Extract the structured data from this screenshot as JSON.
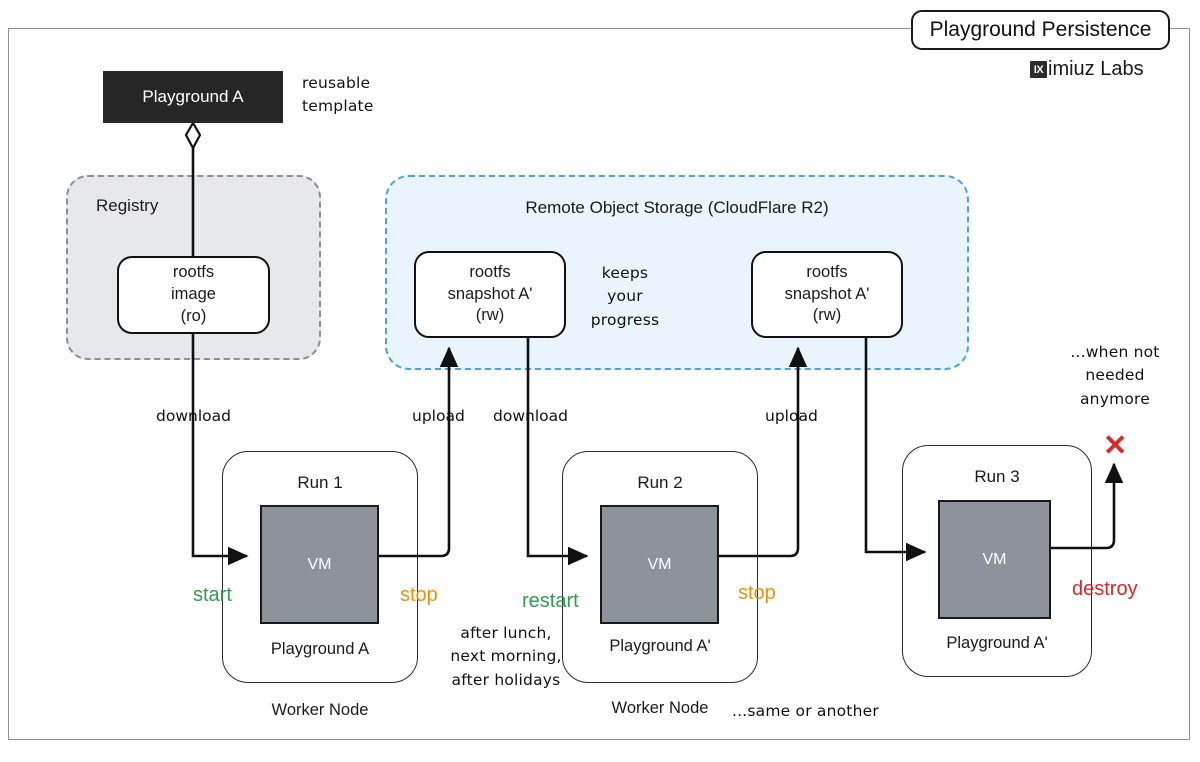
{
  "title": "Playground Persistence",
  "brand": {
    "mark": "IX",
    "name": "imiuz Labs"
  },
  "template": {
    "label": "Playground A",
    "note": "reusable\ntemplate"
  },
  "registry": {
    "label": "Registry",
    "artifact": {
      "line1": "rootfs",
      "line2": "image",
      "line3": "(ro)"
    }
  },
  "storage": {
    "label": "Remote Object Storage (CloudFlare R2)",
    "note": "keeps\nyour\nprogress",
    "artifacts": [
      {
        "line1": "rootfs",
        "line2": "snapshot A'",
        "line3": "(rw)"
      },
      {
        "line1": "rootfs",
        "line2": "snapshot A'",
        "line3": "(rw)"
      }
    ]
  },
  "runs": [
    {
      "title": "Run 1",
      "vm": "VM",
      "playground": "Playground A",
      "worker": "Worker Node",
      "in_label": "download",
      "out_label": "upload",
      "start_action": "start",
      "end_action": "stop"
    },
    {
      "title": "Run 2",
      "vm": "VM",
      "playground": "Playground A'",
      "worker": "Worker Node",
      "worker_note": "...same or another",
      "in_label": "download",
      "out_label": "upload",
      "start_action": "restart",
      "end_action": "stop"
    },
    {
      "title": "Run 3",
      "vm": "VM",
      "playground": "Playground A'",
      "end_action": "destroy",
      "destroy_mark": "✕"
    }
  ],
  "notes": {
    "restart_timing": "after lunch,\nnext morning,\nafter holidays",
    "destroy_reason": "...when not\nneeded\nanymore"
  },
  "colors": {
    "start": "#2e9e4f",
    "stop": "#f0900a",
    "destroy": "#e02424",
    "vm_fill": "#8c939b",
    "registry_fill": "#e6e9ec",
    "registry_border": "#8e8e8e",
    "storage_fill": "#e9f4fc",
    "storage_border": "#4ba3dd",
    "template_fill": "#262626"
  }
}
